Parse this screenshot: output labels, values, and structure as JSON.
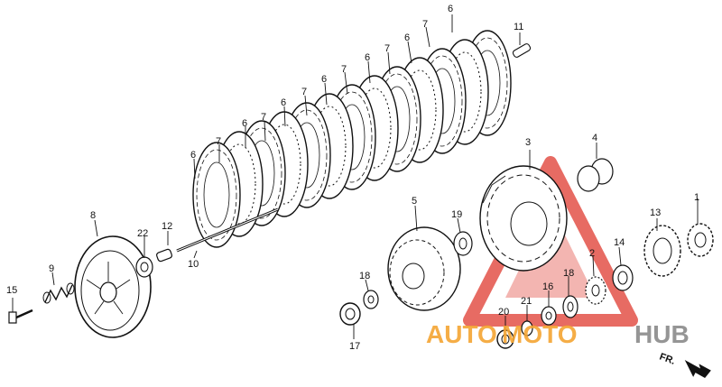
{
  "diagram": {
    "callouts": [
      "6",
      "7",
      "6",
      "7",
      "6",
      "7",
      "6",
      "7",
      "6",
      "7",
      "6",
      "7",
      "6",
      "6",
      "11",
      "3",
      "4",
      "1",
      "13",
      "14",
      "2",
      "18",
      "16",
      "21",
      "20",
      "5",
      "19",
      "18",
      "17",
      "8",
      "22",
      "12",
      "10",
      "9",
      "15"
    ],
    "direction_label": "FR.",
    "watermark": {
      "part1": "AUTO",
      "part2": "MOTO",
      "part3": "HUB"
    },
    "colors": {
      "line": "#111111",
      "watermark_orange": "#f4a532",
      "watermark_gray": "#8a8a8a",
      "watermark_red": "#e03a2f"
    }
  }
}
